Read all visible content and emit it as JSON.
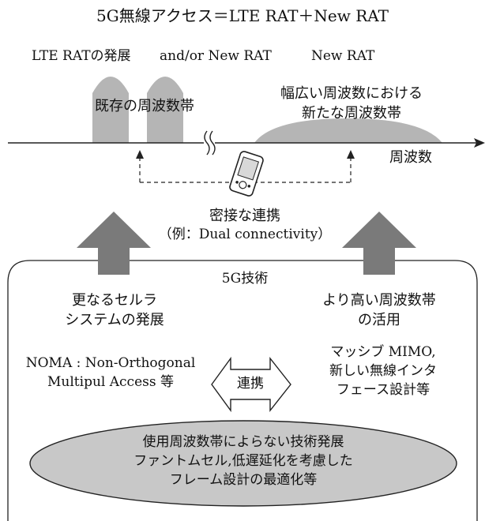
{
  "title": "5G無線アクセス＝LTE RAT＋New RAT",
  "top_labels": {
    "lte": "LTE RATの発展",
    "andor": "and/or New RAT",
    "newrat": "New RAT"
  },
  "bands": {
    "existing": "既存の周波数帯",
    "new_line1": "幅広い周波数における",
    "new_line2": "新たな周波数帯"
  },
  "axis_label": "周波数",
  "coop": {
    "line1": "密接な連携",
    "line2": "（例：Dual connectivity）"
  },
  "box": {
    "title": "5G技術",
    "left_line1": "更なるセルラ",
    "left_line2": "システムの発展",
    "right_line1": "より高い周波数帯",
    "right_line2": "の活用",
    "noma_line1": "NOMA : Non-Orthogonal",
    "noma_line2": "Multipul Access 等",
    "link": "連携",
    "mimo_line1": "マッシブ MIMO,",
    "mimo_line2": "新しい無線インタ",
    "mimo_line3": "フェース設計等",
    "ellipse_line1": "使用周波数帯によらない技術発展",
    "ellipse_line2": "ファントムセル,低遅延化を考慮した",
    "ellipse_line3": "フレーム設計の最適化等"
  },
  "colors": {
    "band_fill": "#b5b5b5",
    "arrow_fill": "#7a7a7a",
    "ellipse_fill": "#c8c8c8",
    "line": "#222222"
  }
}
